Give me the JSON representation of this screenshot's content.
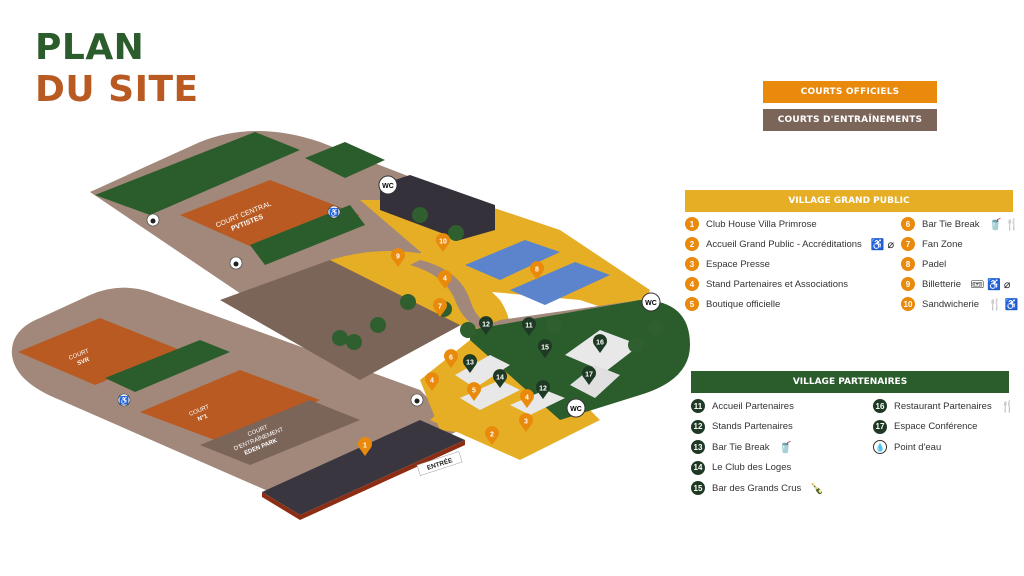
{
  "header": {
    "title_line1": "PLAN",
    "title_line2": "DU SITE"
  },
  "categories": {
    "official": "COURTS OFFICIELS",
    "training": "COURTS D'ENTRAÎNEMENTS"
  },
  "colors": {
    "green_title": "#2b5c2c",
    "orange_title": "#b85a22",
    "official": "#e98a0c",
    "training": "#7b6458",
    "village_public": "#e5ae24",
    "village_partners": "#2b5c2c",
    "clay": "#b85a22",
    "path": "#a1887a",
    "padel": "#5b84cc"
  },
  "village_grand_public": {
    "title": "VILLAGE GRAND PUBLIC",
    "items": [
      {
        "num": "1",
        "label": "Club House Villa Primrose",
        "icons": ""
      },
      {
        "num": "2",
        "label": "Accueil Grand Public - Accréditations",
        "icons": "♿ ⌀"
      },
      {
        "num": "3",
        "label": "Espace Presse",
        "icons": ""
      },
      {
        "num": "4",
        "label": "Stand Partenaires et Associations",
        "icons": ""
      },
      {
        "num": "5",
        "label": "Boutique officielle",
        "icons": ""
      },
      {
        "num": "6",
        "label": "Bar Tie Break",
        "icons": "🥤 🍴"
      },
      {
        "num": "7",
        "label": "Fan Zone",
        "icons": ""
      },
      {
        "num": "8",
        "label": "Padel",
        "icons": ""
      },
      {
        "num": "9",
        "label": "Billetterie",
        "icons": "🎟 ♿ ⌀"
      },
      {
        "num": "10",
        "label": "Sandwicherie",
        "icons": "🍴 ♿"
      }
    ]
  },
  "village_partenaires": {
    "title": "VILLAGE PARTENAIRES",
    "items": [
      {
        "num": "11",
        "label": "Accueil Partenaires",
        "icons": ""
      },
      {
        "num": "12",
        "label": "Stands Partenaires",
        "icons": ""
      },
      {
        "num": "13",
        "label": "Bar Tie Break",
        "icons": "🥤"
      },
      {
        "num": "14",
        "label": "Le Club des Loges",
        "icons": ""
      },
      {
        "num": "15",
        "label": "Bar des Grands Crus",
        "icons": "🍾"
      },
      {
        "num": "16",
        "label": "Restaurant Partenaires",
        "icons": "🍴"
      },
      {
        "num": "17",
        "label": "Espace Conférence",
        "icons": ""
      },
      {
        "num": "💧",
        "label": "Point d'eau",
        "icons": ""
      }
    ]
  },
  "map": {
    "court_central": {
      "line1": "COURT CENTRAL",
      "line2": "PVTISTES"
    },
    "court_svr": {
      "line1": "COURT",
      "line2": "SVR"
    },
    "court_n1": {
      "line1": "COURT",
      "line2": "N°1"
    },
    "court_eden": {
      "line1": "COURT",
      "line2": "D'ENTRAÎNEMENT",
      "line3": "EDEN PARK"
    },
    "entrance": "ENTRÉE",
    "wc": "WC",
    "markers": [
      "1",
      "2",
      "3",
      "4",
      "4",
      "4",
      "5",
      "6",
      "7",
      "8",
      "9",
      "10",
      "11",
      "12",
      "12",
      "13",
      "14",
      "15",
      "16",
      "17"
    ]
  }
}
